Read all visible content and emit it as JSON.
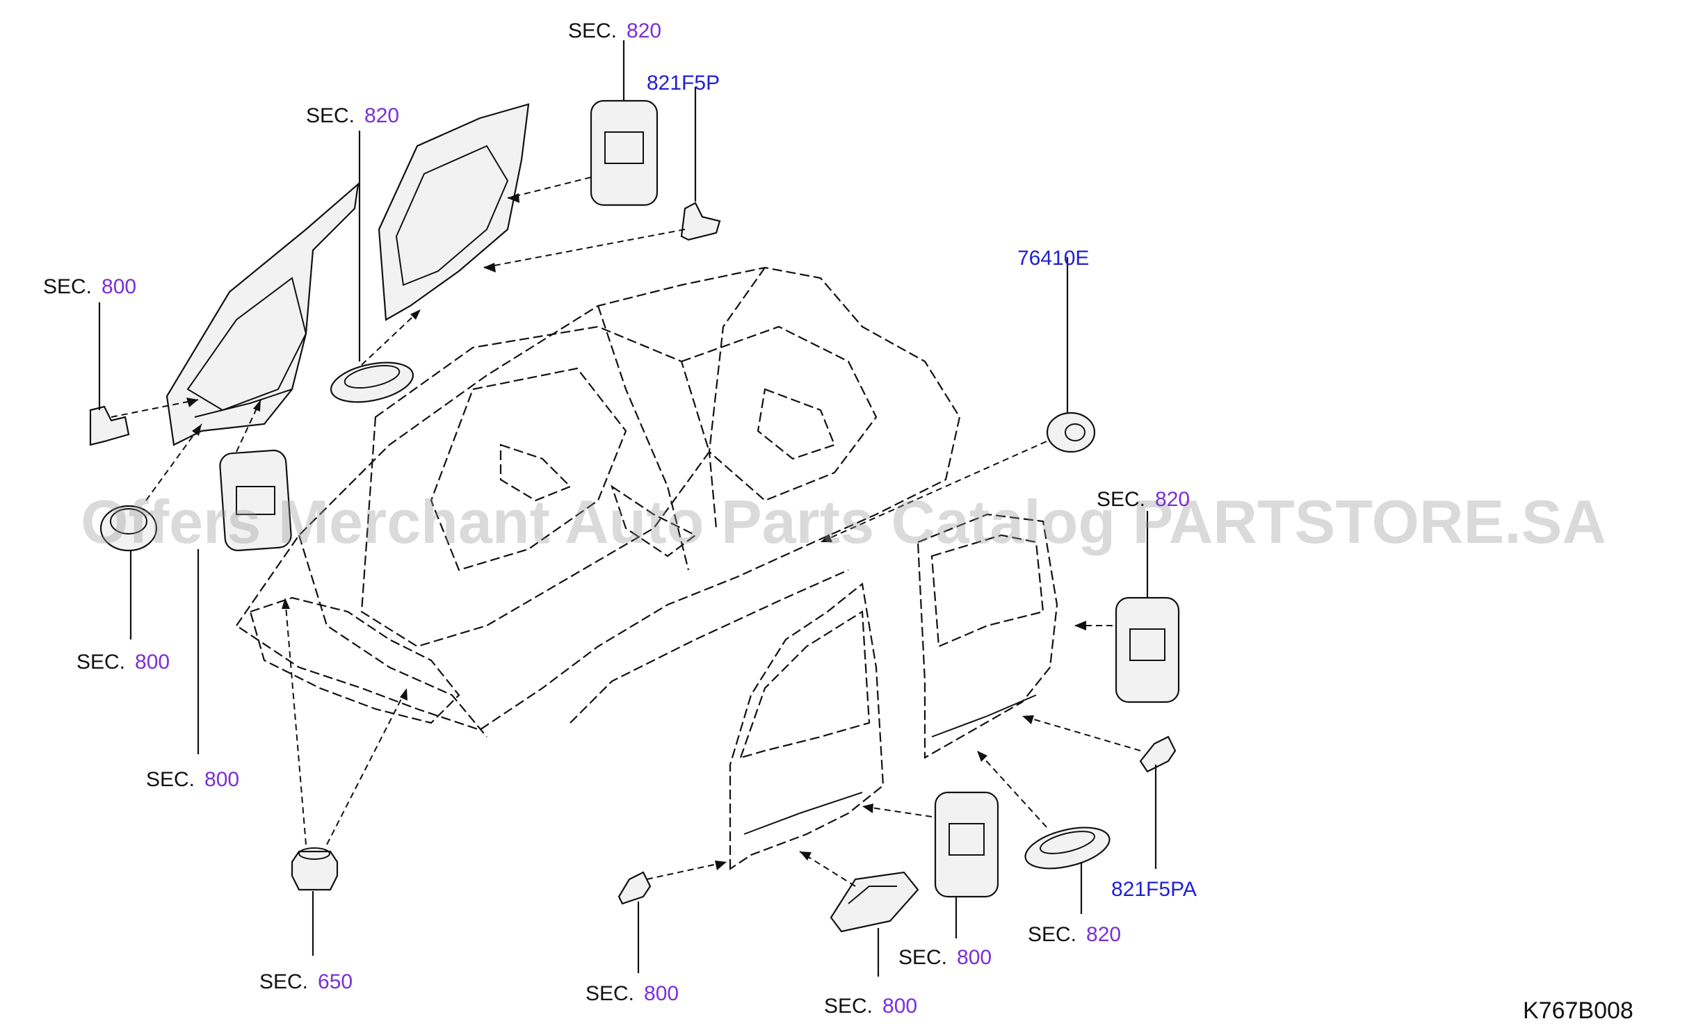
{
  "callouts": {
    "sec_820_top": {
      "prefix": "SEC.",
      "num": "820"
    },
    "sec_820_upper": {
      "prefix": "SEC.",
      "num": "820"
    },
    "sec_800_left": {
      "prefix": "SEC.",
      "num": "800"
    },
    "sec_800_midleft": {
      "prefix": "SEC.",
      "num": "800"
    },
    "sec_800_lowleft": {
      "prefix": "SEC.",
      "num": "800"
    },
    "sec_650": {
      "prefix": "SEC.",
      "num": "650"
    },
    "sec_820_right": {
      "prefix": "SEC.",
      "num": "820"
    },
    "sec_800_bottom": {
      "prefix": "SEC.",
      "num": "800"
    },
    "sec_800_bottom2": {
      "prefix": "SEC.",
      "num": "800"
    },
    "sec_800_bottom3": {
      "prefix": "SEC.",
      "num": "800"
    },
    "sec_820_bottom": {
      "prefix": "SEC.",
      "num": "820"
    }
  },
  "part_numbers": {
    "p_821F5P": "821F5P",
    "p_76410E": "76410E",
    "p_821F5PA": "821F5PA"
  },
  "diagram_code": "K767B008",
  "watermark": "Offers Merchant Auto Parts Catalog PARTSTORE.SA"
}
